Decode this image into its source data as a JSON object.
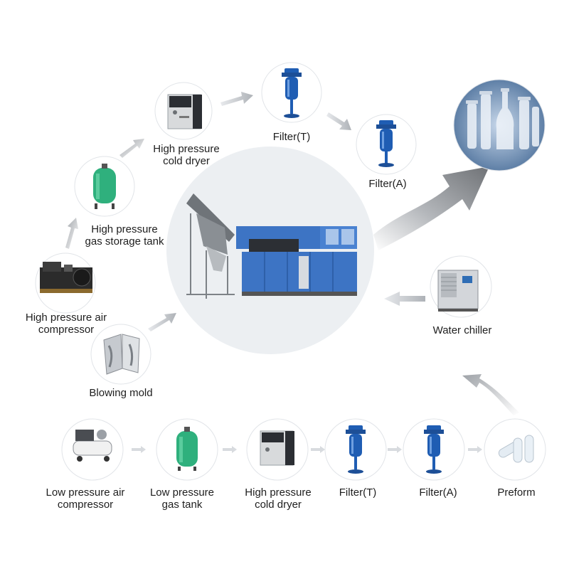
{
  "colors": {
    "accent_blue": "#1f5db3",
    "machine_blue": "#3d74c4",
    "arrow_gray": "#b5b9be",
    "big_arrow_gray": "#8a8d91",
    "hub_bg": "#eceff2",
    "tank_green": "#2fb07d"
  },
  "nodes": {
    "hp_cold_dryer": {
      "label_line1": "High pressure",
      "label_line2": "cold dryer",
      "icon": "cold-dryer-icon"
    },
    "filter_t_top": {
      "label": "Filter(T)",
      "icon": "filter-icon"
    },
    "filter_a_top": {
      "label": "Filter(A)",
      "icon": "filter-icon"
    },
    "bottles": {
      "icon": "pet-bottles-icon"
    },
    "hp_gas_tank": {
      "label_line1": "High pressure",
      "label_line2": "gas storage tank",
      "icon": "gas-tank-icon"
    },
    "hp_compressor": {
      "label_line1": "High pressure air",
      "label_line2": "compressor",
      "icon": "air-compressor-icon"
    },
    "blowing_mold": {
      "label": "Blowing mold",
      "icon": "blowing-mold-icon"
    },
    "water_chiller": {
      "label": "Water chiller",
      "icon": "water-chiller-icon"
    },
    "blow_machine": {
      "icon": "blow-molding-machine-icon"
    },
    "lp_compressor": {
      "label_line1": "Low pressure air",
      "label_line2": "compressor",
      "icon": "air-compressor-icon"
    },
    "lp_gas_tank": {
      "label_line1": "Low pressure",
      "label_line2": "gas tank",
      "icon": "gas-tank-icon"
    },
    "hp_cold_dryer_bottom": {
      "label_line1": "High pressure",
      "label_line2": "cold dryer",
      "icon": "cold-dryer-icon"
    },
    "filter_t_bottom": {
      "label": "Filter(T)",
      "icon": "filter-icon"
    },
    "filter_a_bottom": {
      "label": "Filter(A)",
      "icon": "filter-icon"
    },
    "preform": {
      "label": "Preform",
      "icon": "preform-icon"
    }
  }
}
